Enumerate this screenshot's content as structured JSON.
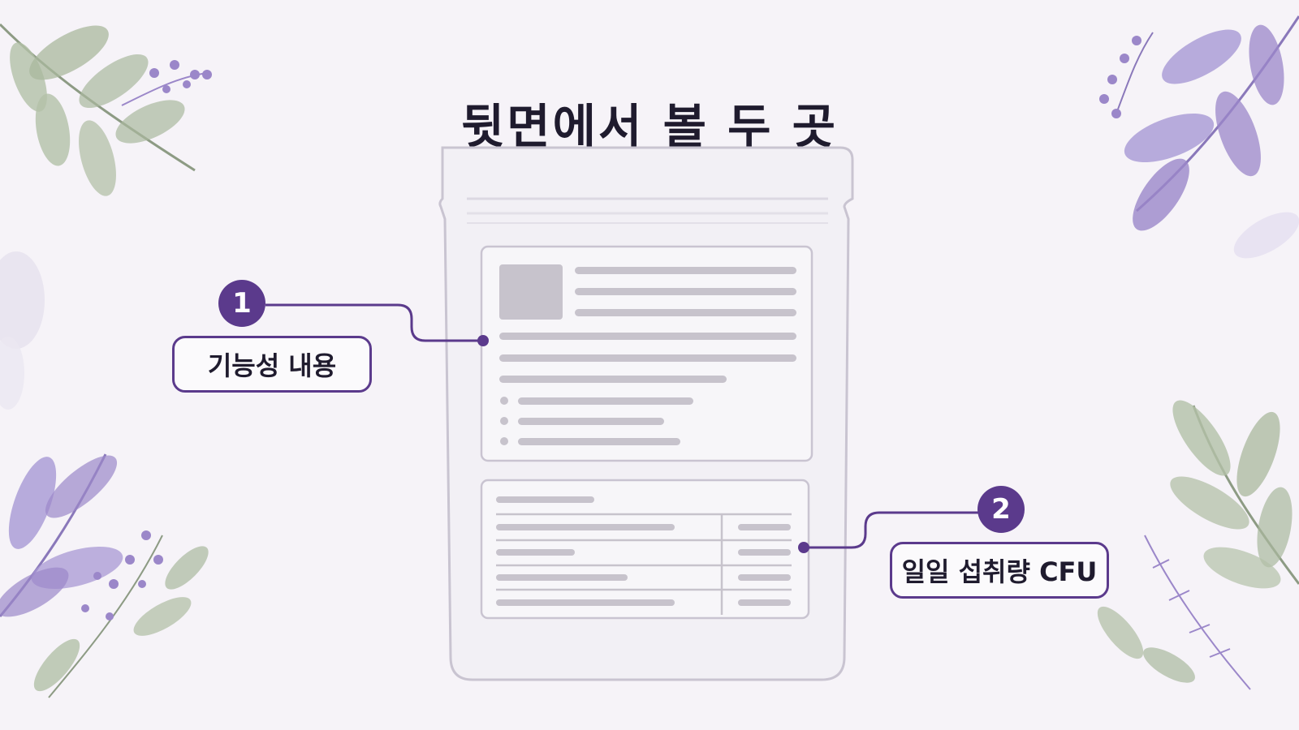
{
  "title": "뒷면에서 볼 두 곳",
  "callouts": [
    {
      "number": "1",
      "label": "기능성 내용"
    },
    {
      "number": "2",
      "label": "일일 섭취량 CFU"
    }
  ],
  "colors": {
    "accent": "#5b3a8c",
    "background": "#f6f3f8",
    "pouch_fill": "#f2f0f5",
    "pouch_outline": "#c9c4d1",
    "placeholder_bar": "#c7c3cc",
    "leaf_green": "#a9b89e",
    "leaf_purple": "#9b87c9"
  },
  "icons": [
    "product-pouch-icon",
    "leaf-branch-icon"
  ]
}
